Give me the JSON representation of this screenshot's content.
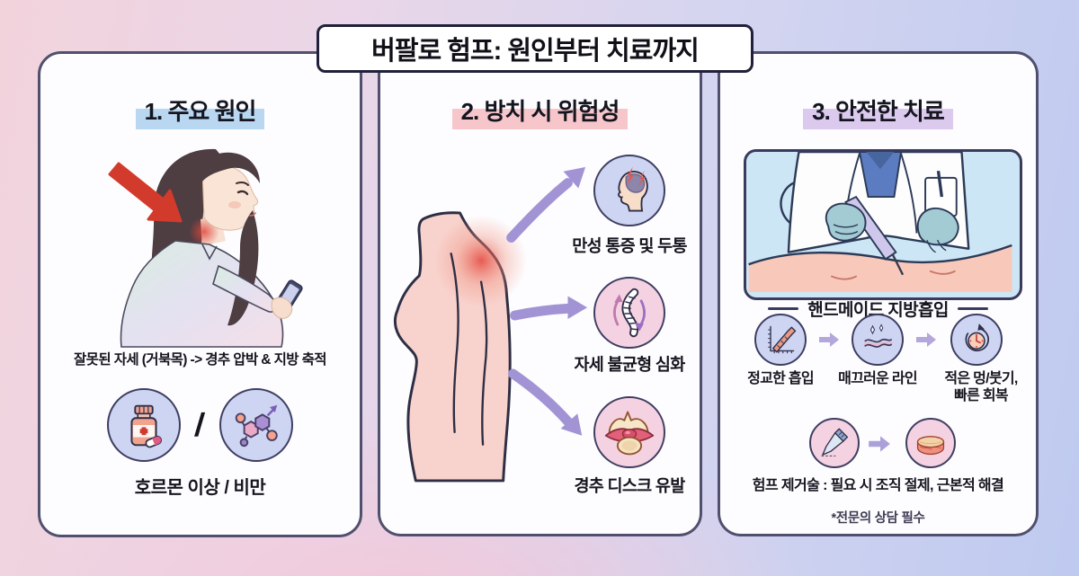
{
  "title": "버팔로 험프: 원인부터 치료까지",
  "panels": {
    "causes": {
      "heading": "1. 주요 원인",
      "posture_text": "잘못된 자세 (거북목) -> 경추 압박 & 지방 축적",
      "separator": "/",
      "icons": [
        "medicine-bottle-icon",
        "hormone-molecule-icon"
      ],
      "caption": "호르몬 이상 / 비만"
    },
    "risks": {
      "heading": "2. 방치 시 위험성",
      "items": [
        {
          "label": "만성 통증 및 두통",
          "icon": "headache-icon"
        },
        {
          "label": "자세 불균형 심화",
          "icon": "spine-imbalance-icon"
        },
        {
          "label": "경추 디스크 유발",
          "icon": "cervical-disc-icon"
        }
      ]
    },
    "treatment": {
      "heading": "3. 안전한 치료",
      "method_title": "핸드메이드 지방흡입",
      "steps": [
        {
          "label": "정교한 흡입",
          "icon": "precision-suction-icon"
        },
        {
          "label": "매끄러운 라인",
          "icon": "smooth-line-icon"
        },
        {
          "label": "적은 멍/붓기,\n빠른 회복",
          "icon": "recovery-clock-icon"
        }
      ],
      "surgery_icons": [
        "scalpel-icon",
        "tissue-slice-icon"
      ],
      "surgery_text": "험프 제거술 : 필요 시 조직 절제, 근본적 해결",
      "footnote": "*전문의 상담 필수"
    }
  },
  "colors": {
    "background_left": "#f2d3dc",
    "background_right": "#bfcaf0",
    "highlight_causes": "#b9d7f1",
    "highlight_risks": "#f6c6cb",
    "highlight_treatment": "#dcc9ee",
    "panel_border": "#50506e",
    "circle_lavender": "#cdd5f3",
    "circle_pink": "#f5d2e2",
    "arrow_purple": "#a294d4",
    "alert_red": "#d23b2c"
  }
}
